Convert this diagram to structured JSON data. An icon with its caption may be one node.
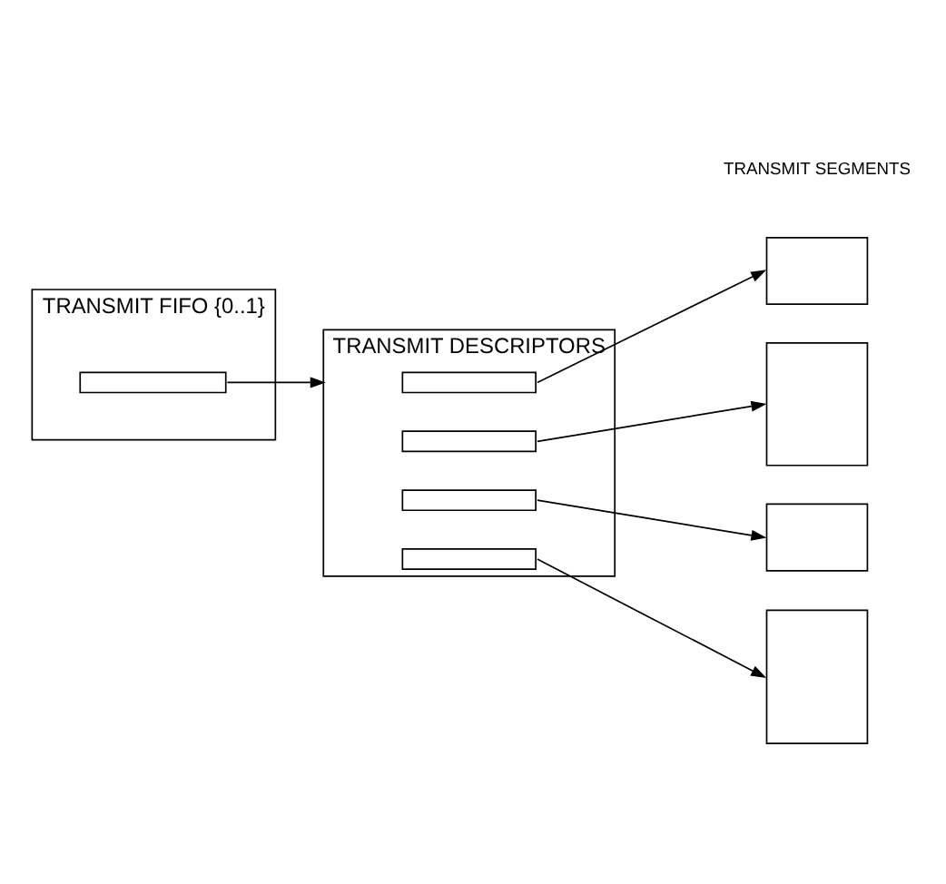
{
  "diagram": {
    "nodes": [
      {
        "text": [
          "TRANSMIT FIFO {0..1}"
        ]
      },
      {
        "text": [],
        "shape": "bar",
        "in": 0
      },
      {
        "text": [
          "TRANSMIT DESCRIPTORS"
        ]
      },
      {
        "text": [],
        "shape": "bar",
        "in": 2
      },
      {
        "text": [],
        "shape": "bar",
        "in": 2
      },
      {
        "text": [],
        "shape": "bar",
        "in": 2
      },
      {
        "text": [],
        "shape": "bar",
        "in": 2
      },
      {
        "text": [],
        "shape": "box"
      },
      {
        "text": [],
        "shape": "box"
      },
      {
        "text": [],
        "shape": "box"
      },
      {
        "text": [],
        "shape": "box"
      }
    ],
    "edges": [
      {
        "from": 1,
        "to": 2,
        "arrow": "to"
      },
      {
        "from": 3,
        "to": 7,
        "arrow": "to"
      },
      {
        "from": 4,
        "to": 8,
        "arrow": "to"
      },
      {
        "from": 5,
        "to": 9,
        "arrow": "to"
      },
      {
        "from": 6,
        "to": 10,
        "arrow": "to"
      }
    ],
    "labels": [
      "TRANSMIT SEGMENTS"
    ]
  }
}
